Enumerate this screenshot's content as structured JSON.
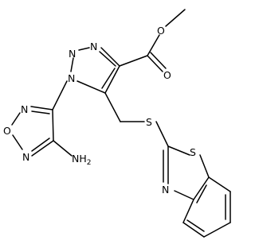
{
  "atoms": {
    "o_ether": "O",
    "o_carbonyl": "O",
    "n_triazole_top": "N",
    "n_triazole_mid": "N",
    "n_triazole_1": "N",
    "n_furazan_upper": "N",
    "o_furazan": "O",
    "n_furazan_lower": "N",
    "nh2_main": "NH",
    "nh2_sub": "2",
    "s_thioether": "S",
    "s_thiazole": "S",
    "n_thiazole": "N"
  }
}
